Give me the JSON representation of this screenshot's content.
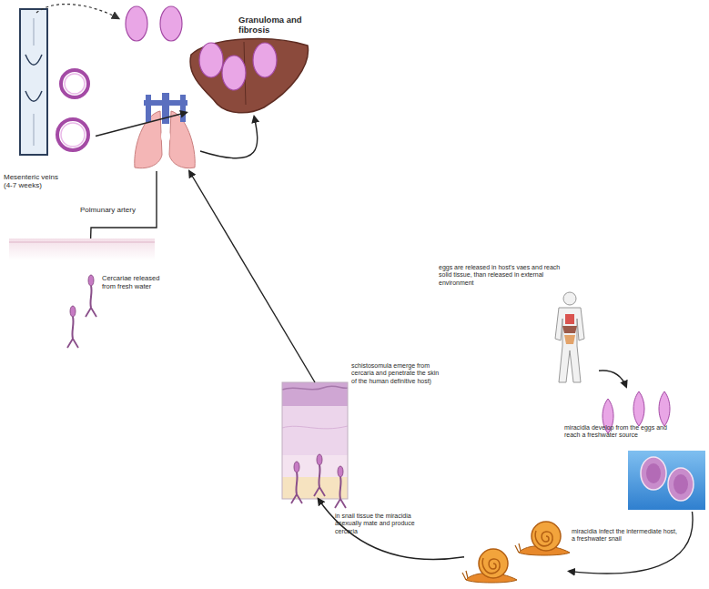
{
  "diagram": {
    "nodes": [
      {
        "text": [
          "Granuloma and fibrosis"
        ]
      },
      {
        "text": [
          "Mesenteric veins (4-7 weeks)"
        ]
      },
      {
        "text": [
          "Polmunary artery"
        ]
      },
      {
        "text": [
          "Cercariae released from fresh water"
        ]
      },
      {
        "text": [
          "eggs are released in host's vaes and reach solid tissue, than released in external environment"
        ]
      },
      {
        "text": [
          "miracidia develop from the eggs and reach a freshwater source"
        ]
      },
      {
        "text": [
          "miracidia infect the intermediate host, a freshwater snail"
        ]
      },
      {
        "text": [
          "schistosomula emerge from cercaria and penetrate the skin of the human definitive host)"
        ]
      }
    ],
    "edges": [
      {
        "from": 1,
        "to": 0,
        "arrow": "to"
      },
      {
        "from": 3,
        "to": 2,
        "arrow": "none"
      },
      {
        "from": 2,
        "to": 0,
        "arrow": "to"
      },
      {
        "from": 7,
        "to": 2,
        "arrow": "to"
      },
      {
        "from": 4,
        "to": 5,
        "arrow": "to"
      },
      {
        "from": 5,
        "to": 6,
        "arrow": "to"
      },
      {
        "from": 6,
        "to": 7,
        "arrow": "to",
        "label": "in snail tissue the miracidia asexually mate and produce cercaria"
      }
    ]
  }
}
